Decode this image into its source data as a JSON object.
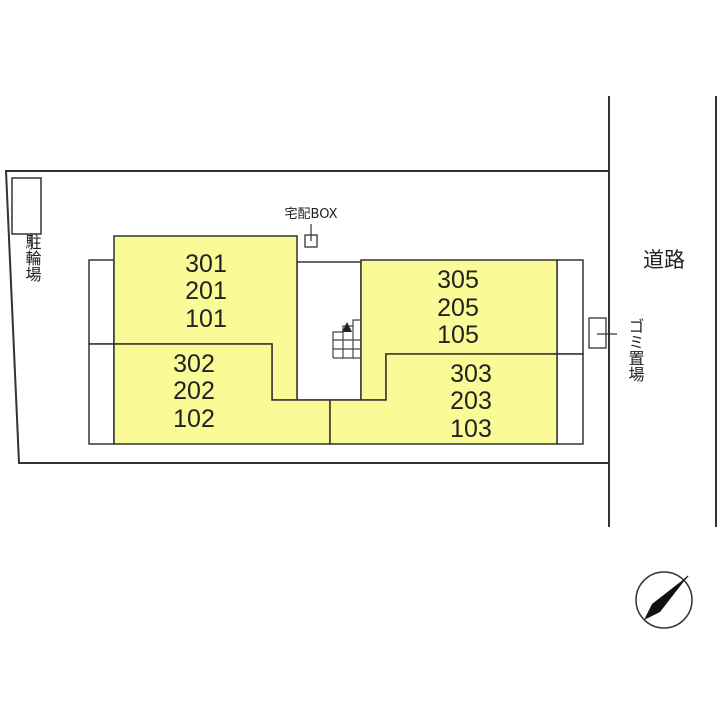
{
  "labels": {
    "parking": "駐輪場",
    "delivery_box": "宅配BOX",
    "road": "道路",
    "trash": "ゴミ置場"
  },
  "units": {
    "west_north": [
      "301",
      "201",
      "101"
    ],
    "west_south": [
      "302",
      "202",
      "102"
    ],
    "east_north": [
      "305",
      "205",
      "105"
    ],
    "east_south": [
      "303",
      "203",
      "103"
    ]
  },
  "colors": {
    "unit_fill": "#fafa96",
    "line": "#333333",
    "background": "#ffffff"
  },
  "icons": {
    "stairs": "stairs-icon",
    "compass": "north-arrow-icon"
  }
}
